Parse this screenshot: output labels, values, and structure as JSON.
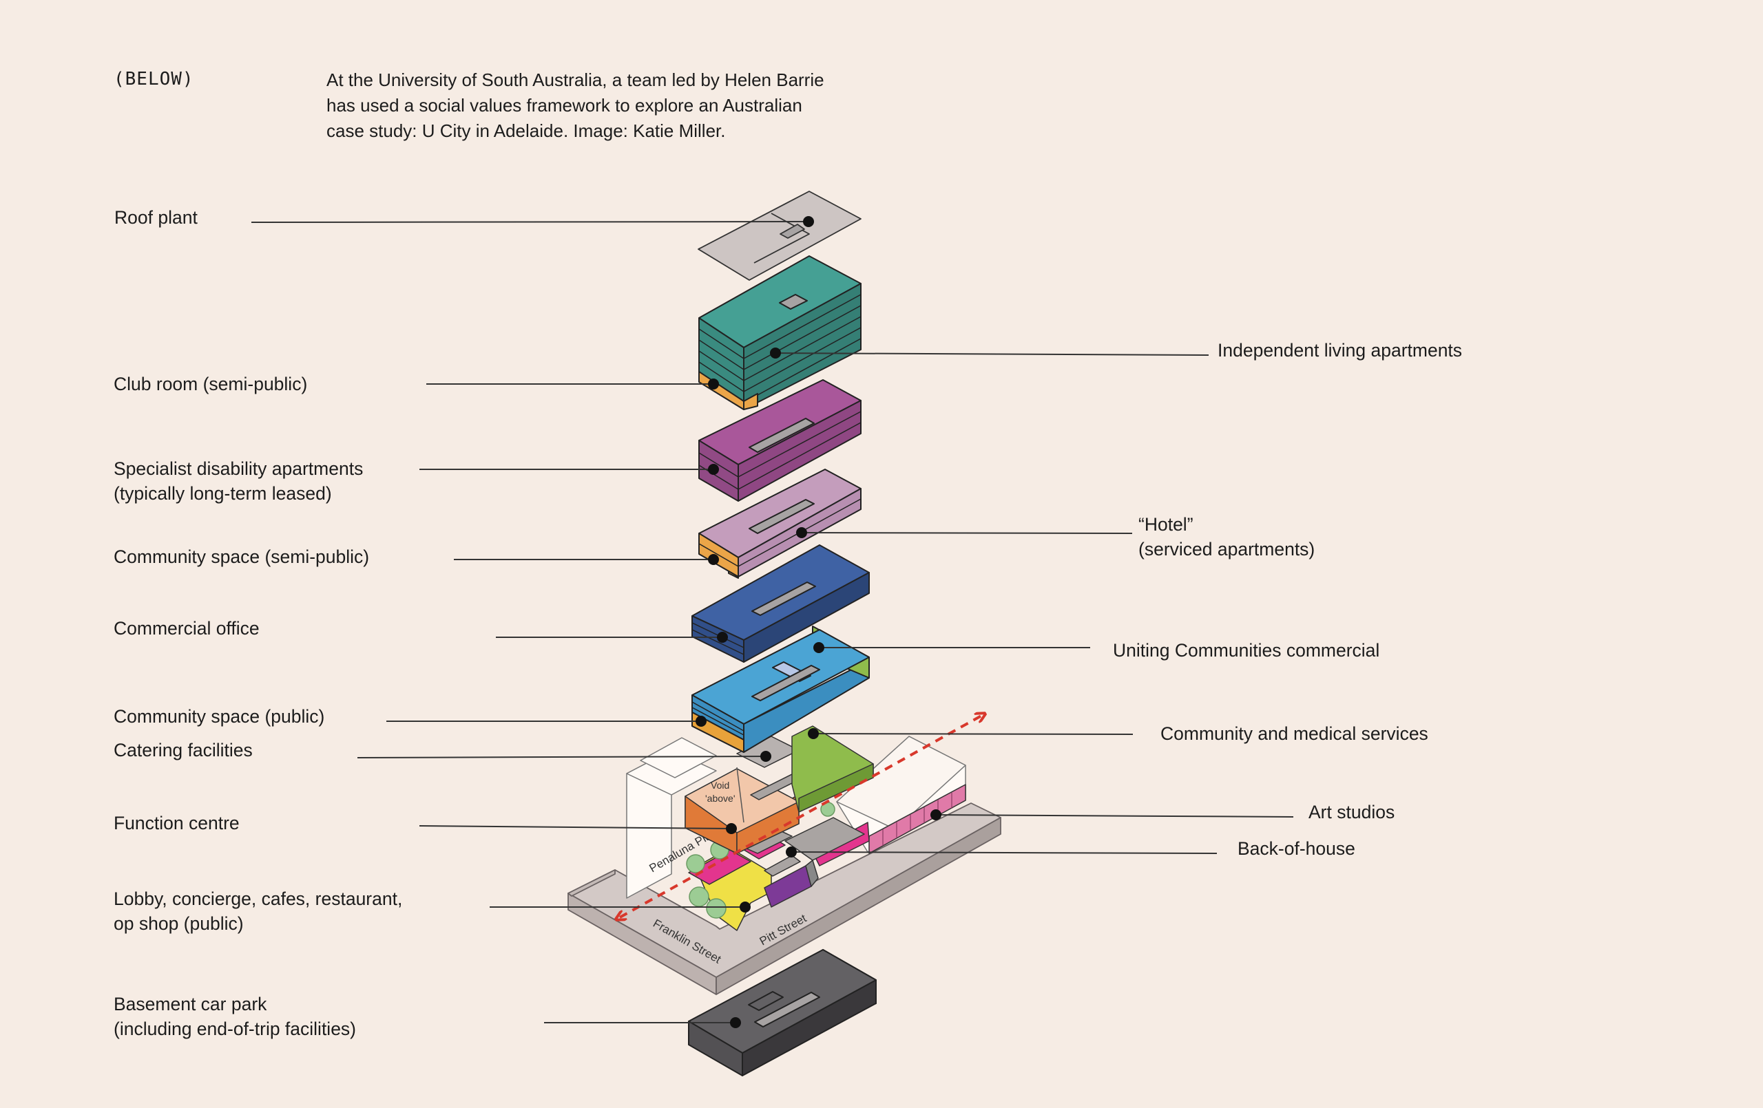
{
  "header": {
    "kicker": "(BELOW)",
    "caption_lines": [
      "At the University of South Australia, a team led by Helen Barrie",
      "has used a social values framework to explore an Australian",
      "case study: U City in Adelaide. Image: Katie Miller."
    ]
  },
  "labels_left": [
    {
      "lines": [
        "Roof plant"
      ]
    },
    {
      "lines": [
        "Club room (semi-public)"
      ]
    },
    {
      "lines": [
        "Specialist disability apartments",
        "(typically long-term leased)"
      ]
    },
    {
      "lines": [
        "Community space (semi-public)"
      ]
    },
    {
      "lines": [
        "Commercial office"
      ]
    },
    {
      "lines": [
        "Community space (public)"
      ]
    },
    {
      "lines": [
        "Catering facilities"
      ]
    },
    {
      "lines": [
        "Function centre"
      ]
    },
    {
      "lines": [
        "Lobby, concierge, cafes, restaurant,",
        "op shop (public)"
      ]
    },
    {
      "lines": [
        "Basement car park",
        "(including end-of-trip facilities)"
      ]
    }
  ],
  "labels_right": [
    {
      "lines": [
        "Independent living apartments"
      ]
    },
    {
      "lines": [
        "“Hotel”",
        "(serviced apartments)"
      ]
    },
    {
      "lines": [
        "Uniting Communities commercial"
      ]
    },
    {
      "lines": [
        "Community and medical services"
      ]
    },
    {
      "lines": [
        "Art studios"
      ]
    },
    {
      "lines": [
        "Back-of-house"
      ]
    }
  ],
  "diagram_text": {
    "street_franklin": "Franklin Street",
    "street_pitt": "Pitt Street",
    "lane_penaluna": "Penaluna Place",
    "void_line1": "Void",
    "void_line2": "'above'"
  },
  "colors": {
    "background": "#f6ece4",
    "roof_plant": "#cdc5c3",
    "independent_living": "#45a094",
    "club_room": "#eba548",
    "specialist_disability": "#a9579a",
    "hotel": "#c49dbc",
    "commercial_office": "#3f62a4",
    "uniting_communities": "#4ba4d4",
    "community_medical": "#8fbc4c",
    "catering": "#b8b2b0",
    "function_centre": "#e07a38",
    "art_studios": "#e07aa8",
    "back_of_house": "#a9a4a2",
    "lobby": "#efe046",
    "basement": "#636164",
    "arrow": "#d8382c"
  }
}
